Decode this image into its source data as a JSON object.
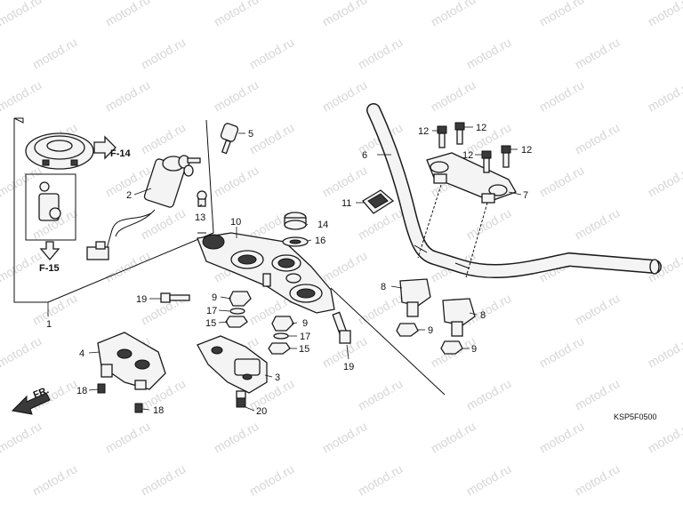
{
  "watermark": "motod.ru",
  "diagram_code": "KSP5F0500",
  "front_arrow_label": "FR.",
  "refs": {
    "f14": "F-14",
    "f15": "F-15"
  },
  "callouts": {
    "c1": "1",
    "c2": "2",
    "c3": "3",
    "c4": "4",
    "c5": "5",
    "c6": "6",
    "c7": "7",
    "c8a": "8",
    "c8b": "8",
    "c9a": "9",
    "c9b": "9",
    "c9c": "9",
    "c9d": "9",
    "c10": "10",
    "c11": "11",
    "c12a": "12",
    "c12b": "12",
    "c12c": "12",
    "c12d": "12",
    "c13": "13",
    "c14": "14",
    "c15a": "15",
    "c15b": "15",
    "c16": "16",
    "c17a": "17",
    "c17b": "17",
    "c18a": "18",
    "c18b": "18",
    "c19a": "19",
    "c19b": "19",
    "c20": "20"
  }
}
